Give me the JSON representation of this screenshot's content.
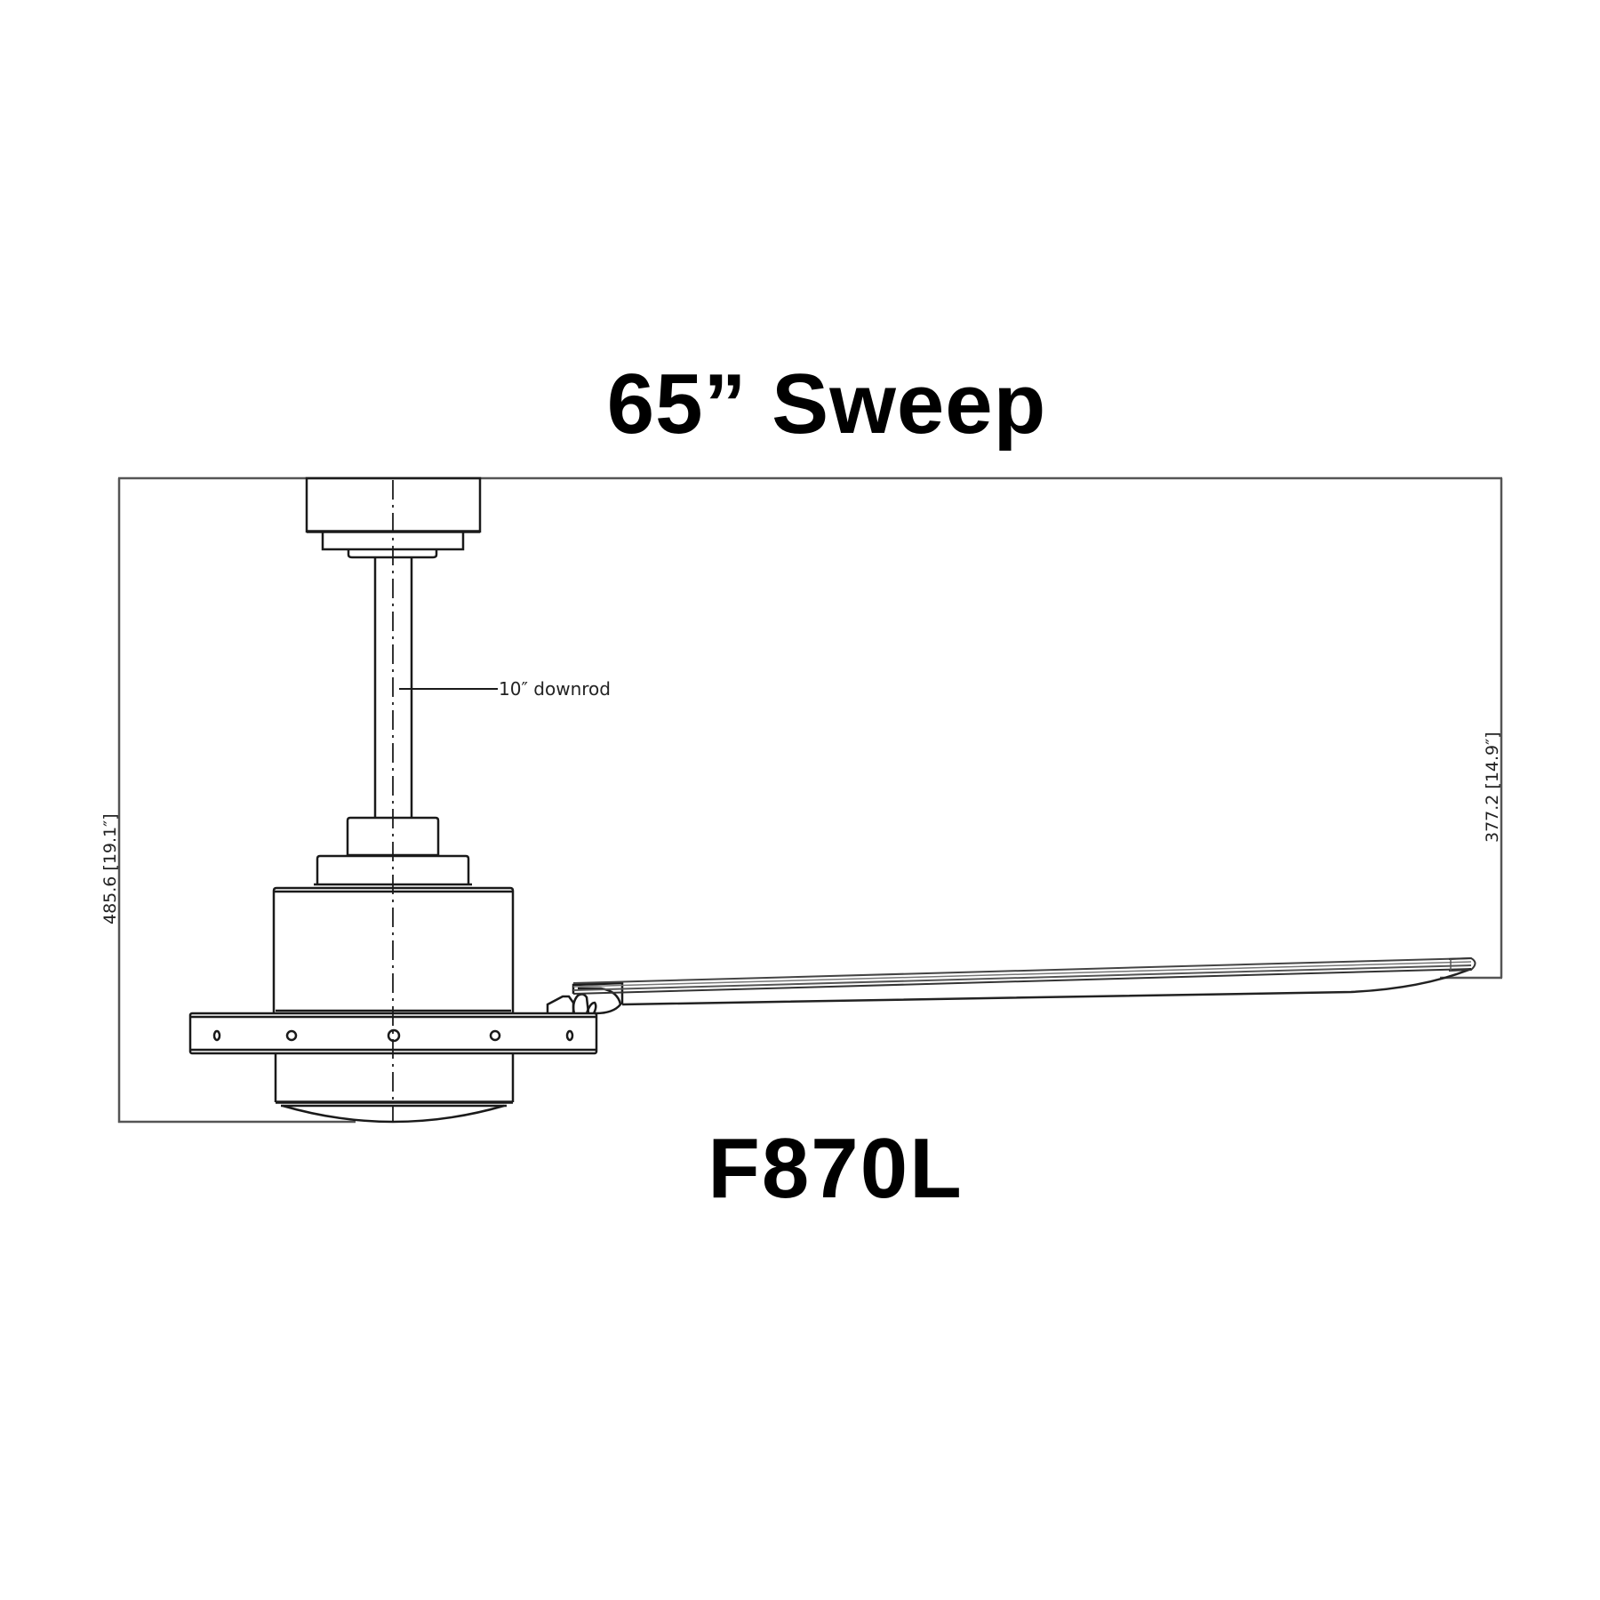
{
  "header": {
    "sweep_label": "65” Sweep"
  },
  "footer": {
    "model_label": "F870L"
  },
  "annotations": {
    "downrod": "10″ downrod",
    "overall_height": "485.6 [19.1″]",
    "blade_height": "377.2 [14.9″]"
  },
  "colors": {
    "line": "#1a1a1a",
    "dimension_line": "#555555",
    "background": "#ffffff"
  }
}
